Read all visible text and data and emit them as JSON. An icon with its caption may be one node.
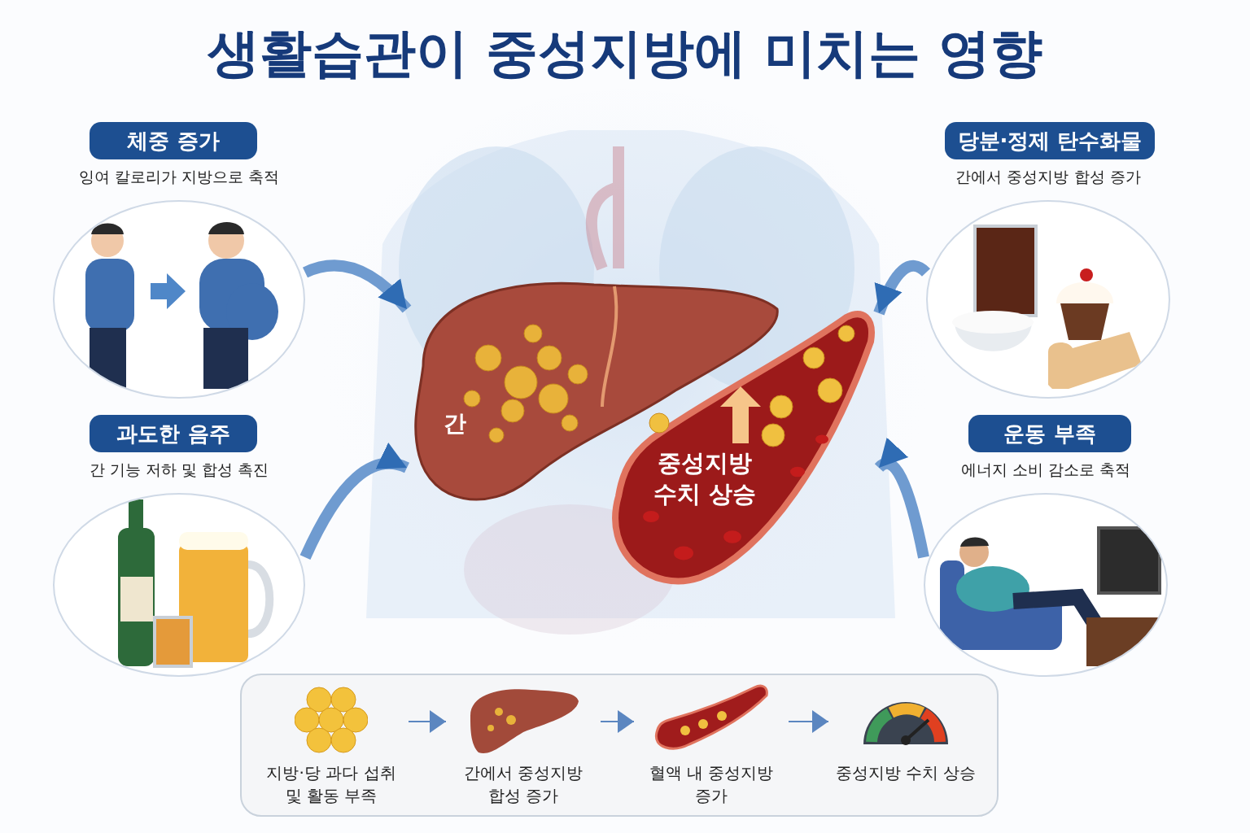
{
  "diagram": {
    "title": "생활습관이 중성지방에 미치는 영향",
    "nodes": [
      {
        "text": [
          "체중 증가",
          "잉여 칼로리가 지방으로 축적"
        ]
      },
      {
        "text": [
          "과도한 음주",
          "간 기능 저하 및 합성 촉진"
        ]
      },
      {
        "text": [
          "당분·정제 탄수화물",
          "간에서 중성지방 합성 증가"
        ]
      },
      {
        "text": [
          "운동 부족",
          "에너지 소비 감소로 축적"
        ]
      },
      {
        "text": [
          "간"
        ]
      },
      {
        "text": [
          "중성지방 수치 상승"
        ]
      },
      {
        "text": [],
        "shape": "box"
      },
      {
        "text": [
          "지방·당 과다 섭취 및 활동 부족"
        ],
        "in": 6
      },
      {
        "text": [
          "간에서 중성지방 합성 증가"
        ],
        "in": 6
      },
      {
        "text": [
          "혈액 내 중성지방 증가"
        ],
        "in": 6
      },
      {
        "text": [
          "중성지방 수치 상승"
        ],
        "in": 6
      }
    ],
    "edges": [
      {
        "from": 0,
        "to": 4,
        "arrow": "to"
      },
      {
        "from": 1,
        "to": 4,
        "arrow": "to"
      },
      {
        "from": 2,
        "to": 5,
        "arrow": "to"
      },
      {
        "from": 3,
        "to": 5,
        "arrow": "to"
      },
      {
        "from": 7,
        "to": 8,
        "arrow": "to"
      },
      {
        "from": 8,
        "to": 9,
        "arrow": "to"
      },
      {
        "from": 9,
        "to": 10,
        "arrow": "to"
      }
    ]
  }
}
